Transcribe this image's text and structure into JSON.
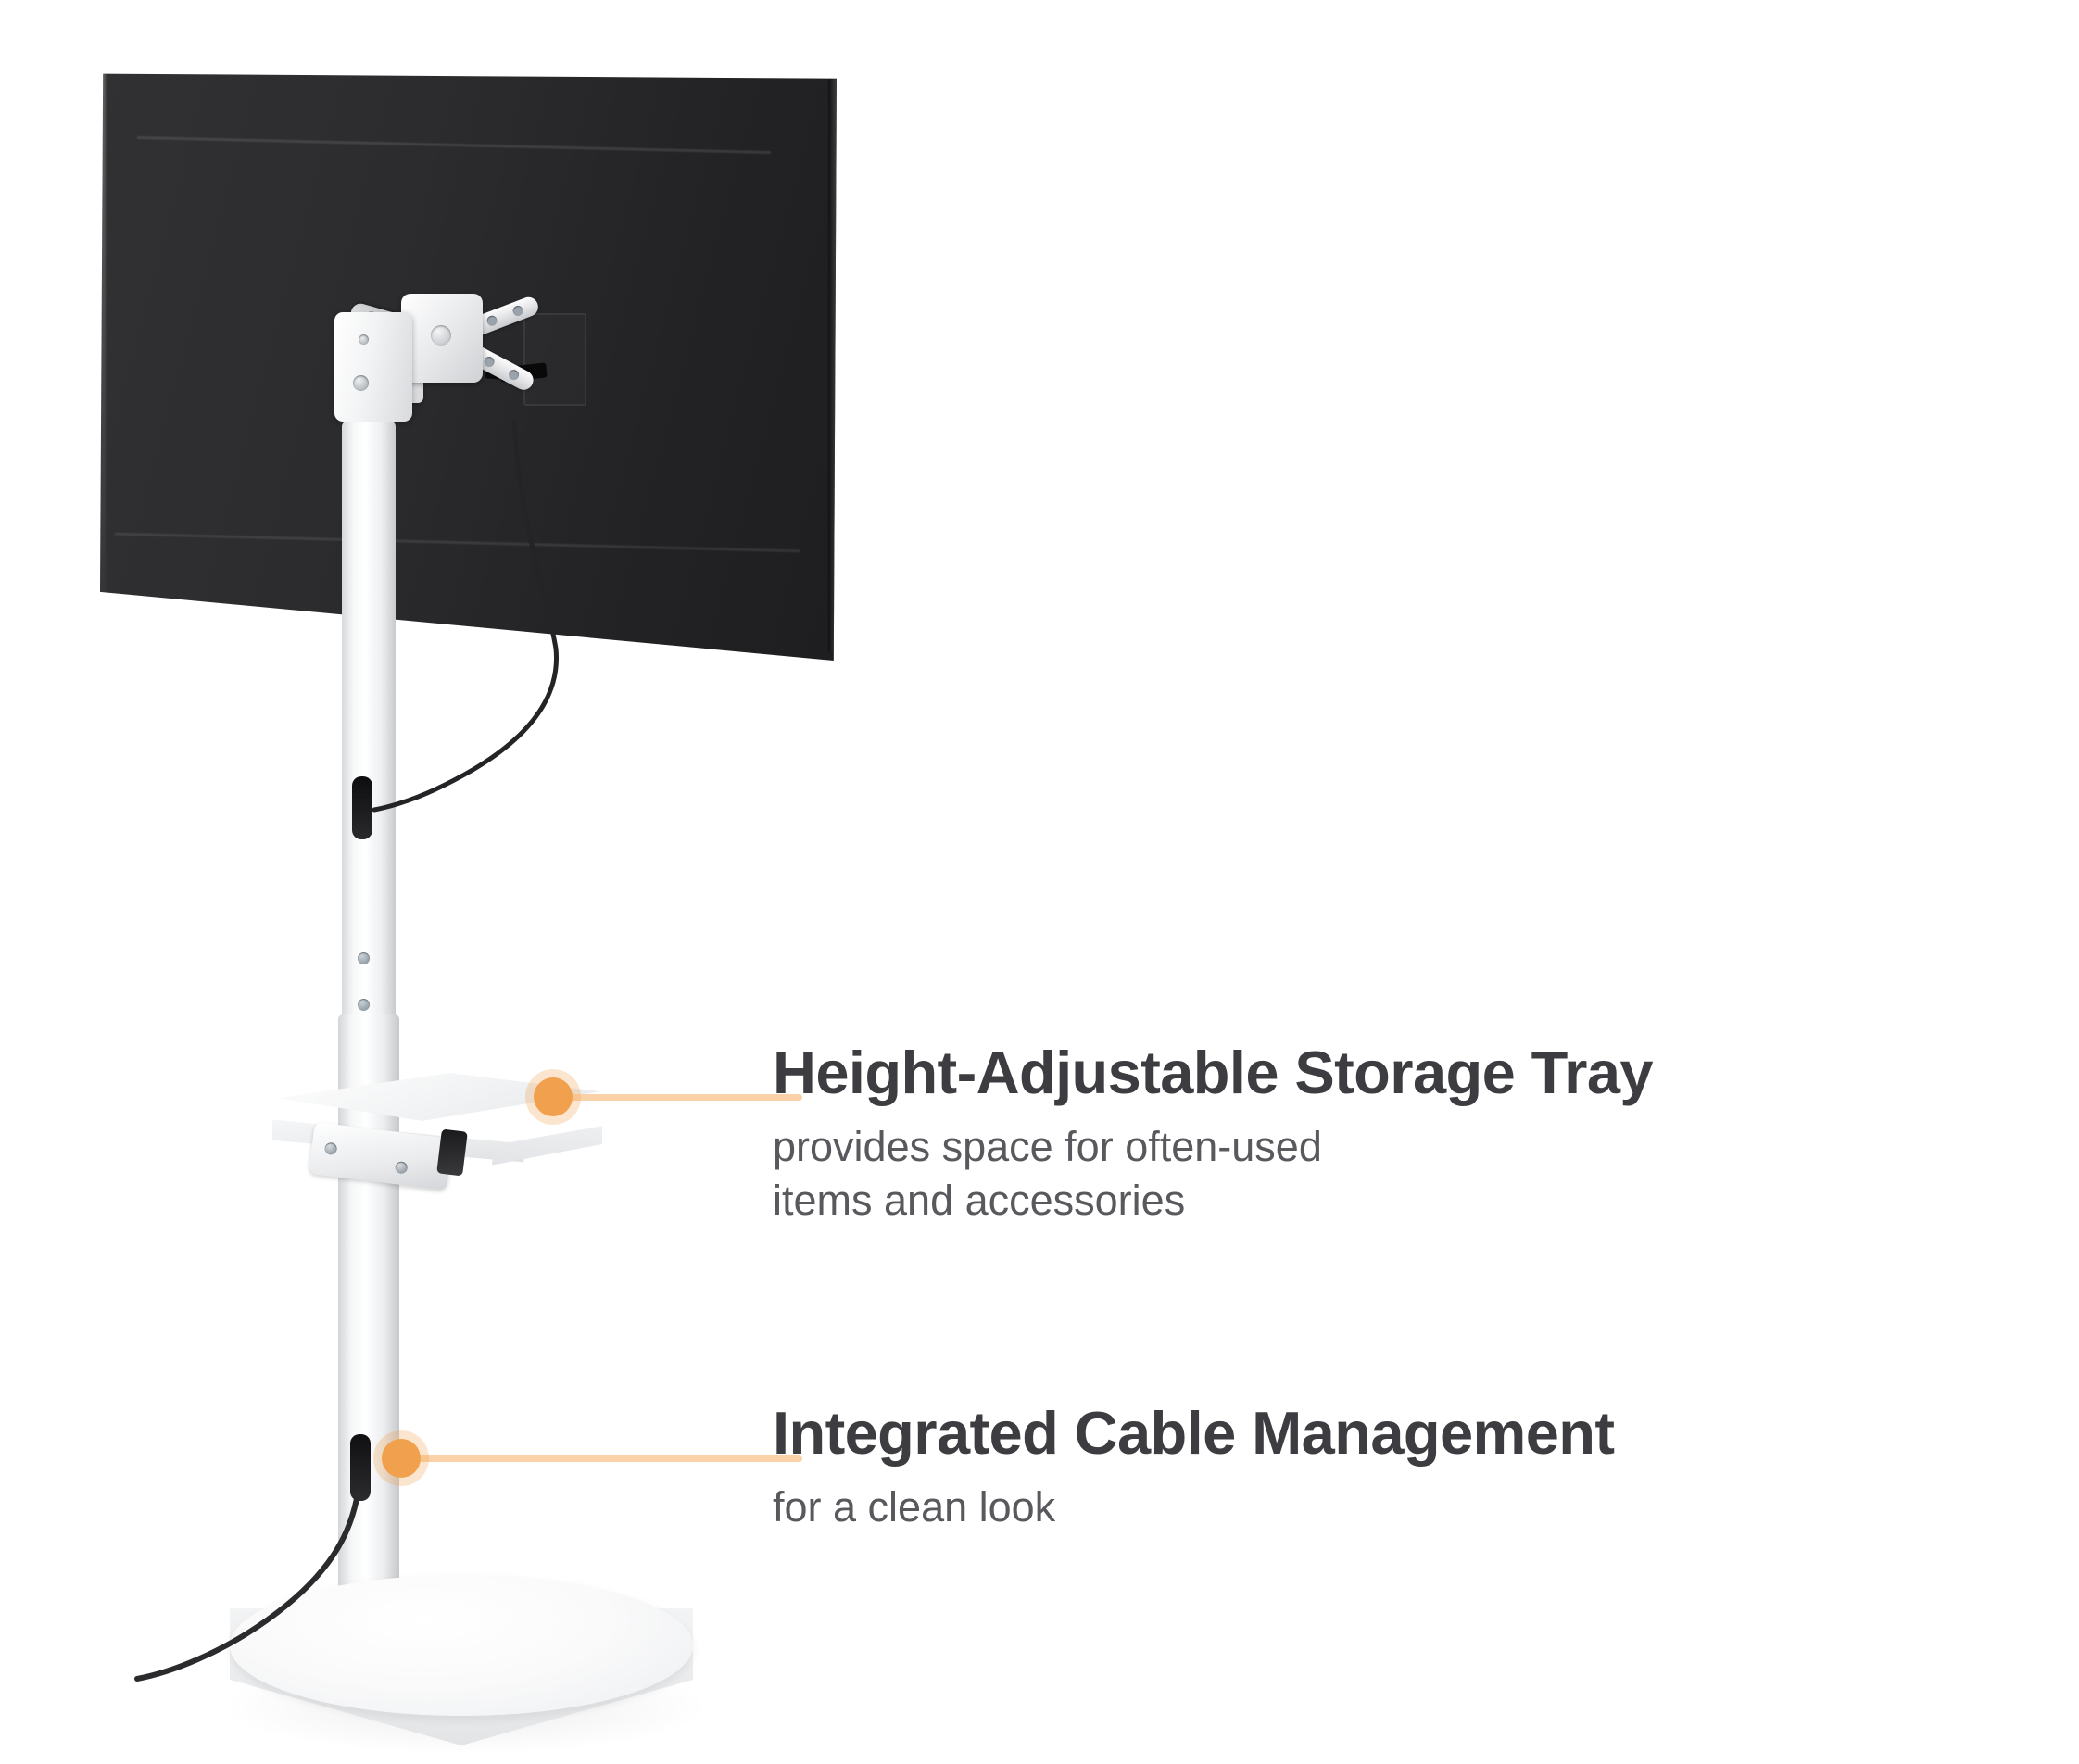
{
  "theme": {
    "accent": "#F2A14E",
    "accent_light": "#FBD2A8",
    "heading_color": "#3C3C41",
    "body_color": "#58585D",
    "background": "#FFFFFF",
    "monitor_color": "#2B2B2D",
    "product_color": "#FFFFFF"
  },
  "product": {
    "name": "rolling-monitor-floor-stand",
    "parts": [
      {
        "name": "monitor-screen",
        "label": "Monitor"
      },
      {
        "name": "vesa-mount",
        "label": "VESA Mount Bracket"
      },
      {
        "name": "stand-pole",
        "label": "Adjustable Pole"
      },
      {
        "name": "storage-tray",
        "label": "Storage Tray"
      },
      {
        "name": "rolling-base",
        "label": "Rolling Base"
      },
      {
        "name": "power-cable",
        "label": "Cable"
      }
    ]
  },
  "callouts": [
    {
      "id": "storage-tray",
      "title": "Height-Adjustable Storage Tray",
      "description": "provides space for often-used\nitems and accessories"
    },
    {
      "id": "cable-management",
      "title": "Integrated Cable Management",
      "description": "for a clean look"
    }
  ]
}
